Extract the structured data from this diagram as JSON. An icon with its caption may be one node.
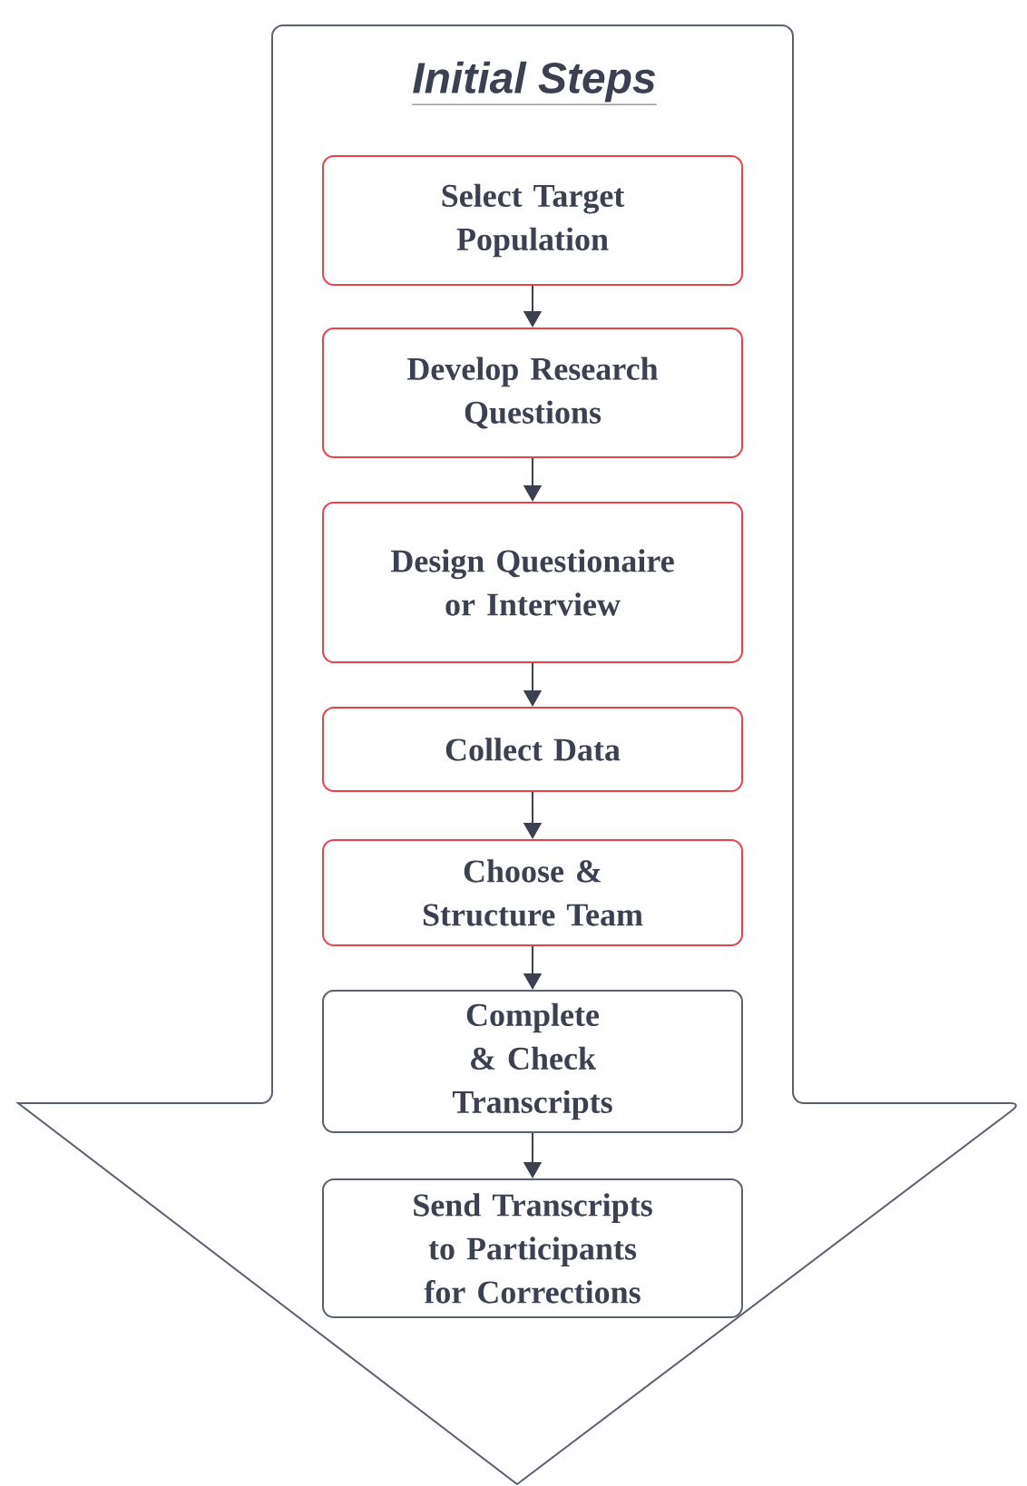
{
  "diagram": {
    "nodes": [
      {
        "text": [
          "Initial Steps"
        ]
      },
      {
        "text": [
          "Select Target Population"
        ],
        "in": 0
      },
      {
        "text": [
          "Develop Research Questions"
        ],
        "in": 0
      },
      {
        "text": [
          "Design Questionaire or Interview"
        ],
        "in": 0
      },
      {
        "text": [
          "Collect Data"
        ],
        "in": 0
      },
      {
        "text": [
          "Choose & Structure Team"
        ],
        "in": 0
      },
      {
        "text": [
          "Complete & Check Transcripts"
        ],
        "in": 0
      },
      {
        "text": [
          "Send Transcripts to Participants for Corrections"
        ],
        "in": 0
      }
    ],
    "edges": [
      {
        "from": 1,
        "to": 2,
        "arrow": "to"
      },
      {
        "from": 2,
        "to": 3,
        "arrow": "to"
      },
      {
        "from": 3,
        "to": 4,
        "arrow": "to"
      },
      {
        "from": 4,
        "to": 5,
        "arrow": "to"
      },
      {
        "from": 5,
        "to": 6,
        "arrow": "to"
      },
      {
        "from": 6,
        "to": 7,
        "arrow": "to"
      }
    ]
  }
}
